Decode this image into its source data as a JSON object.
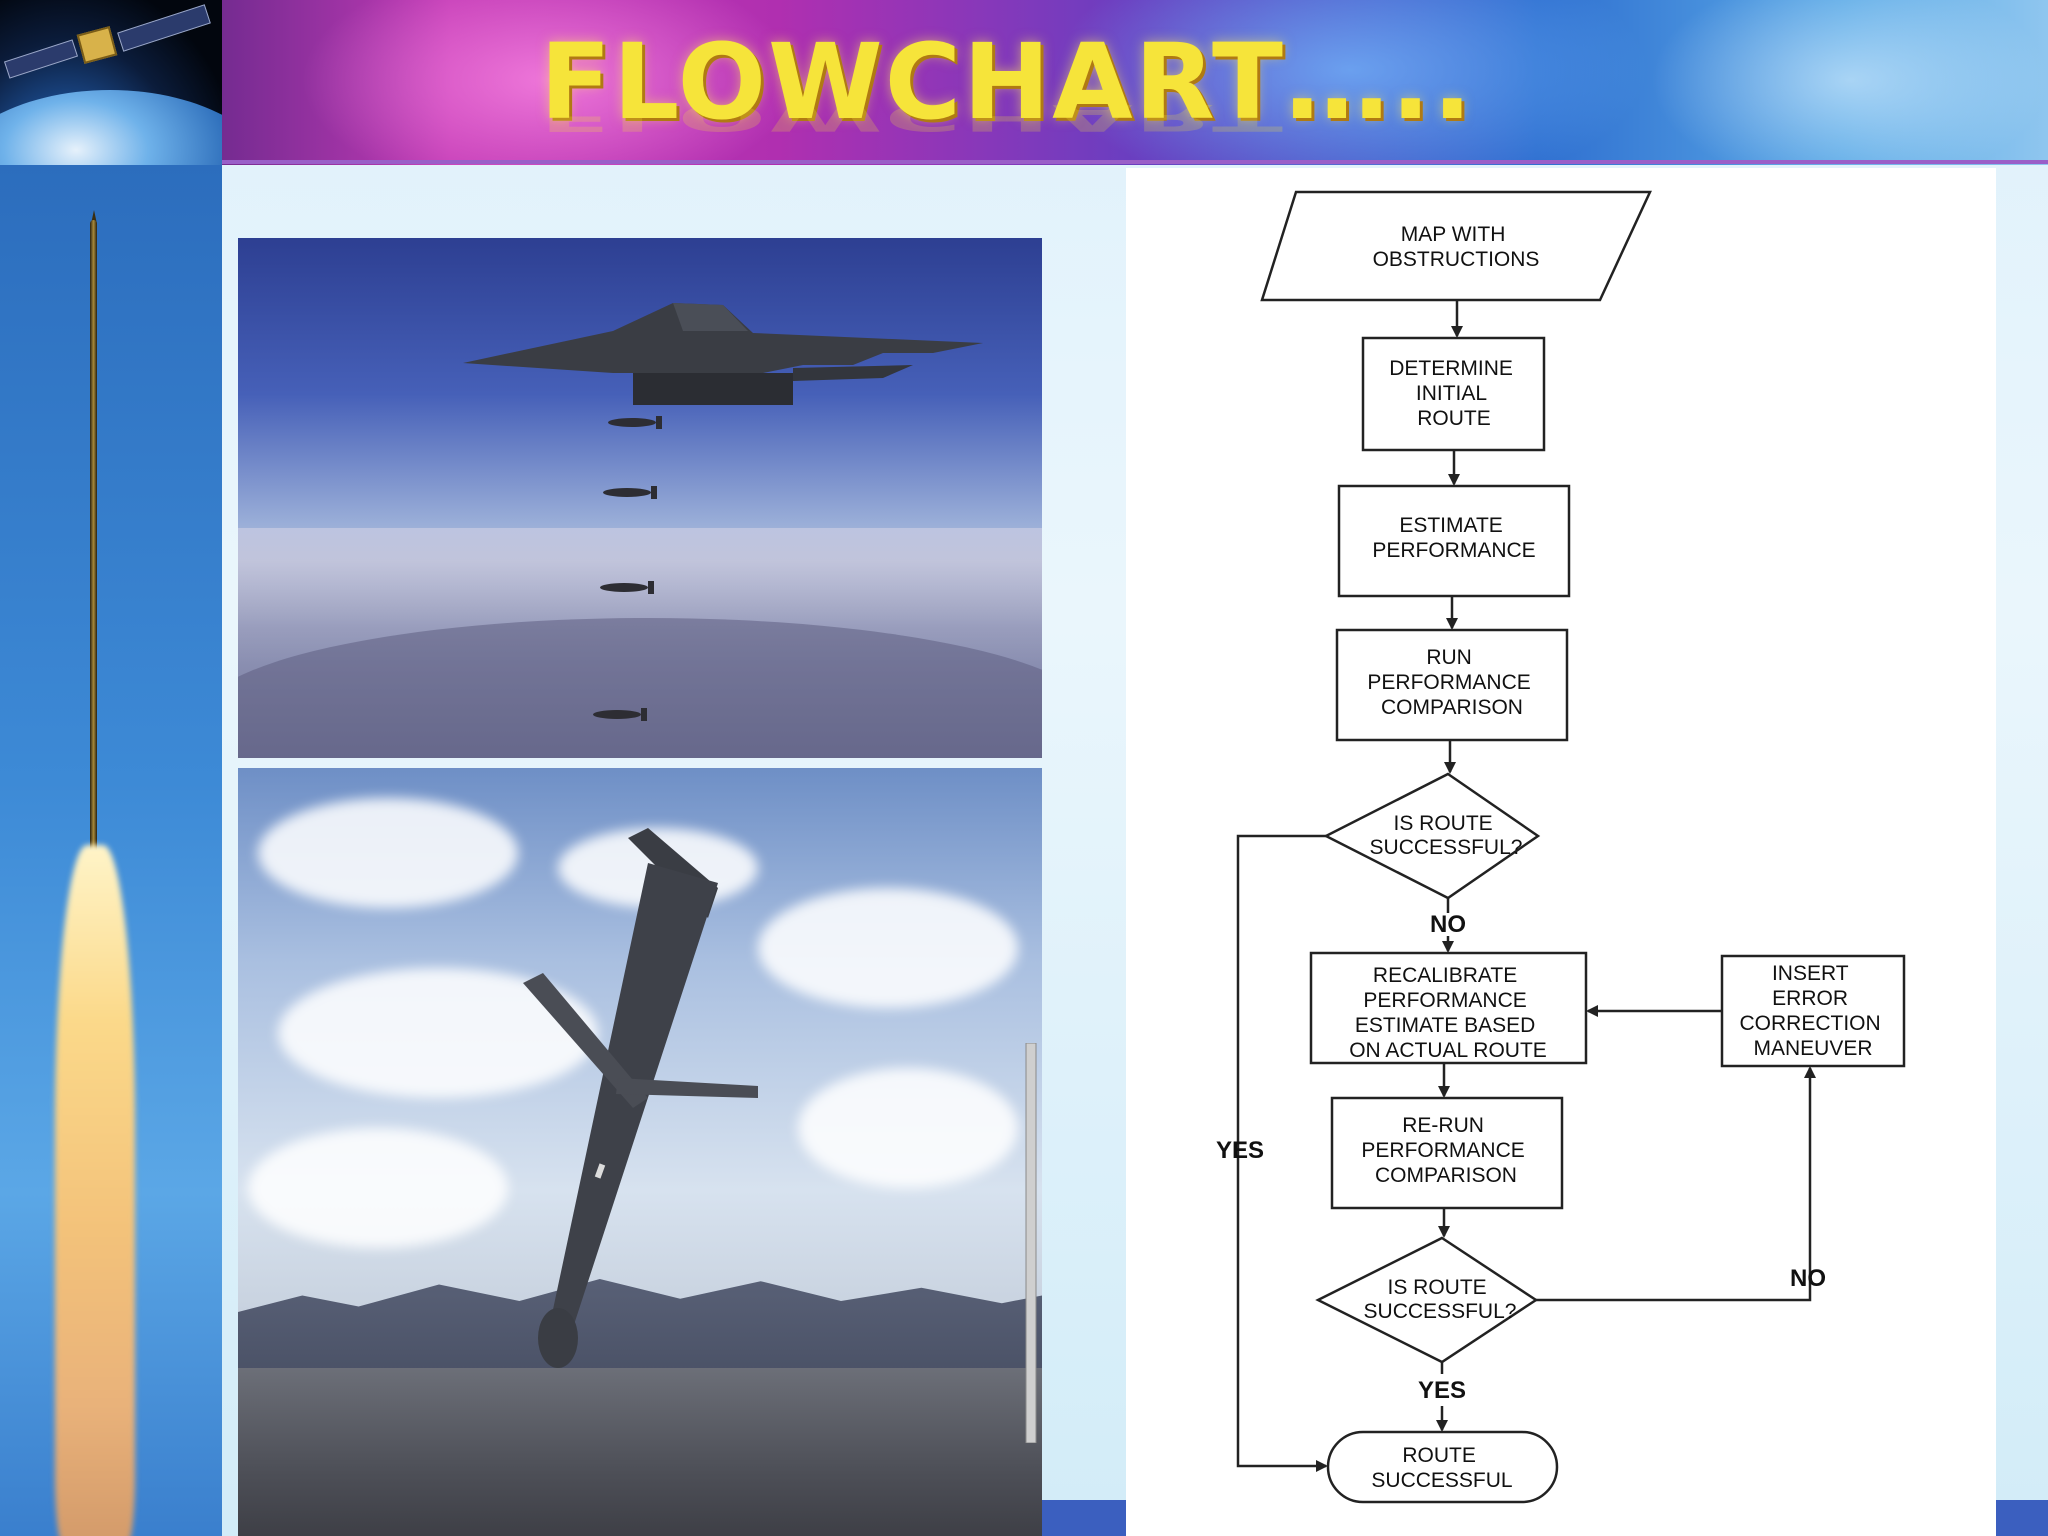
{
  "slide": {
    "title": "FLOWCHART….."
  },
  "flowchart": {
    "nodes": [
      {
        "id": "map",
        "shape": "parallelogram",
        "lines": [
          "MAP WITH",
          "OBSTRUCTIONS"
        ]
      },
      {
        "id": "initial",
        "shape": "rect",
        "lines": [
          "DETERMINE",
          "INITIAL",
          "ROUTE"
        ]
      },
      {
        "id": "estimate",
        "shape": "rect",
        "lines": [
          "ESTIMATE",
          "PERFORMANCE"
        ]
      },
      {
        "id": "compare",
        "shape": "rect",
        "lines": [
          "RUN",
          "PERFORMANCE",
          "COMPARISON"
        ]
      },
      {
        "id": "decision1",
        "shape": "diamond",
        "lines": [
          "IS ROUTE",
          "SUCCESSFUL?"
        ]
      },
      {
        "id": "recalibrate",
        "shape": "rect",
        "lines": [
          "RECALIBRATE",
          "PERFORMANCE",
          "ESTIMATE BASED",
          "ON ACTUAL ROUTE"
        ]
      },
      {
        "id": "insert",
        "shape": "rect",
        "lines": [
          "INSERT",
          "ERROR",
          "CORRECTION",
          "MANEUVER"
        ]
      },
      {
        "id": "rerun",
        "shape": "rect",
        "lines": [
          "RE-RUN",
          "PERFORMANCE",
          "COMPARISON"
        ]
      },
      {
        "id": "decision2",
        "shape": "diamond",
        "lines": [
          "IS ROUTE",
          "SUCCESSFUL?"
        ]
      },
      {
        "id": "success",
        "shape": "rounded",
        "lines": [
          "ROUTE",
          "SUCCESSFUL"
        ]
      }
    ],
    "edge_labels": {
      "d1_no": "NO",
      "d1_yes": "YES",
      "d2_no": "NO",
      "d2_yes": "YES"
    }
  },
  "images": {
    "left_strip": "missile-launch",
    "top_photo": "stealth-bomber-dropping-bombs",
    "bottom_photo": "cruise-missile-test",
    "corner": "satellite-over-earth"
  }
}
